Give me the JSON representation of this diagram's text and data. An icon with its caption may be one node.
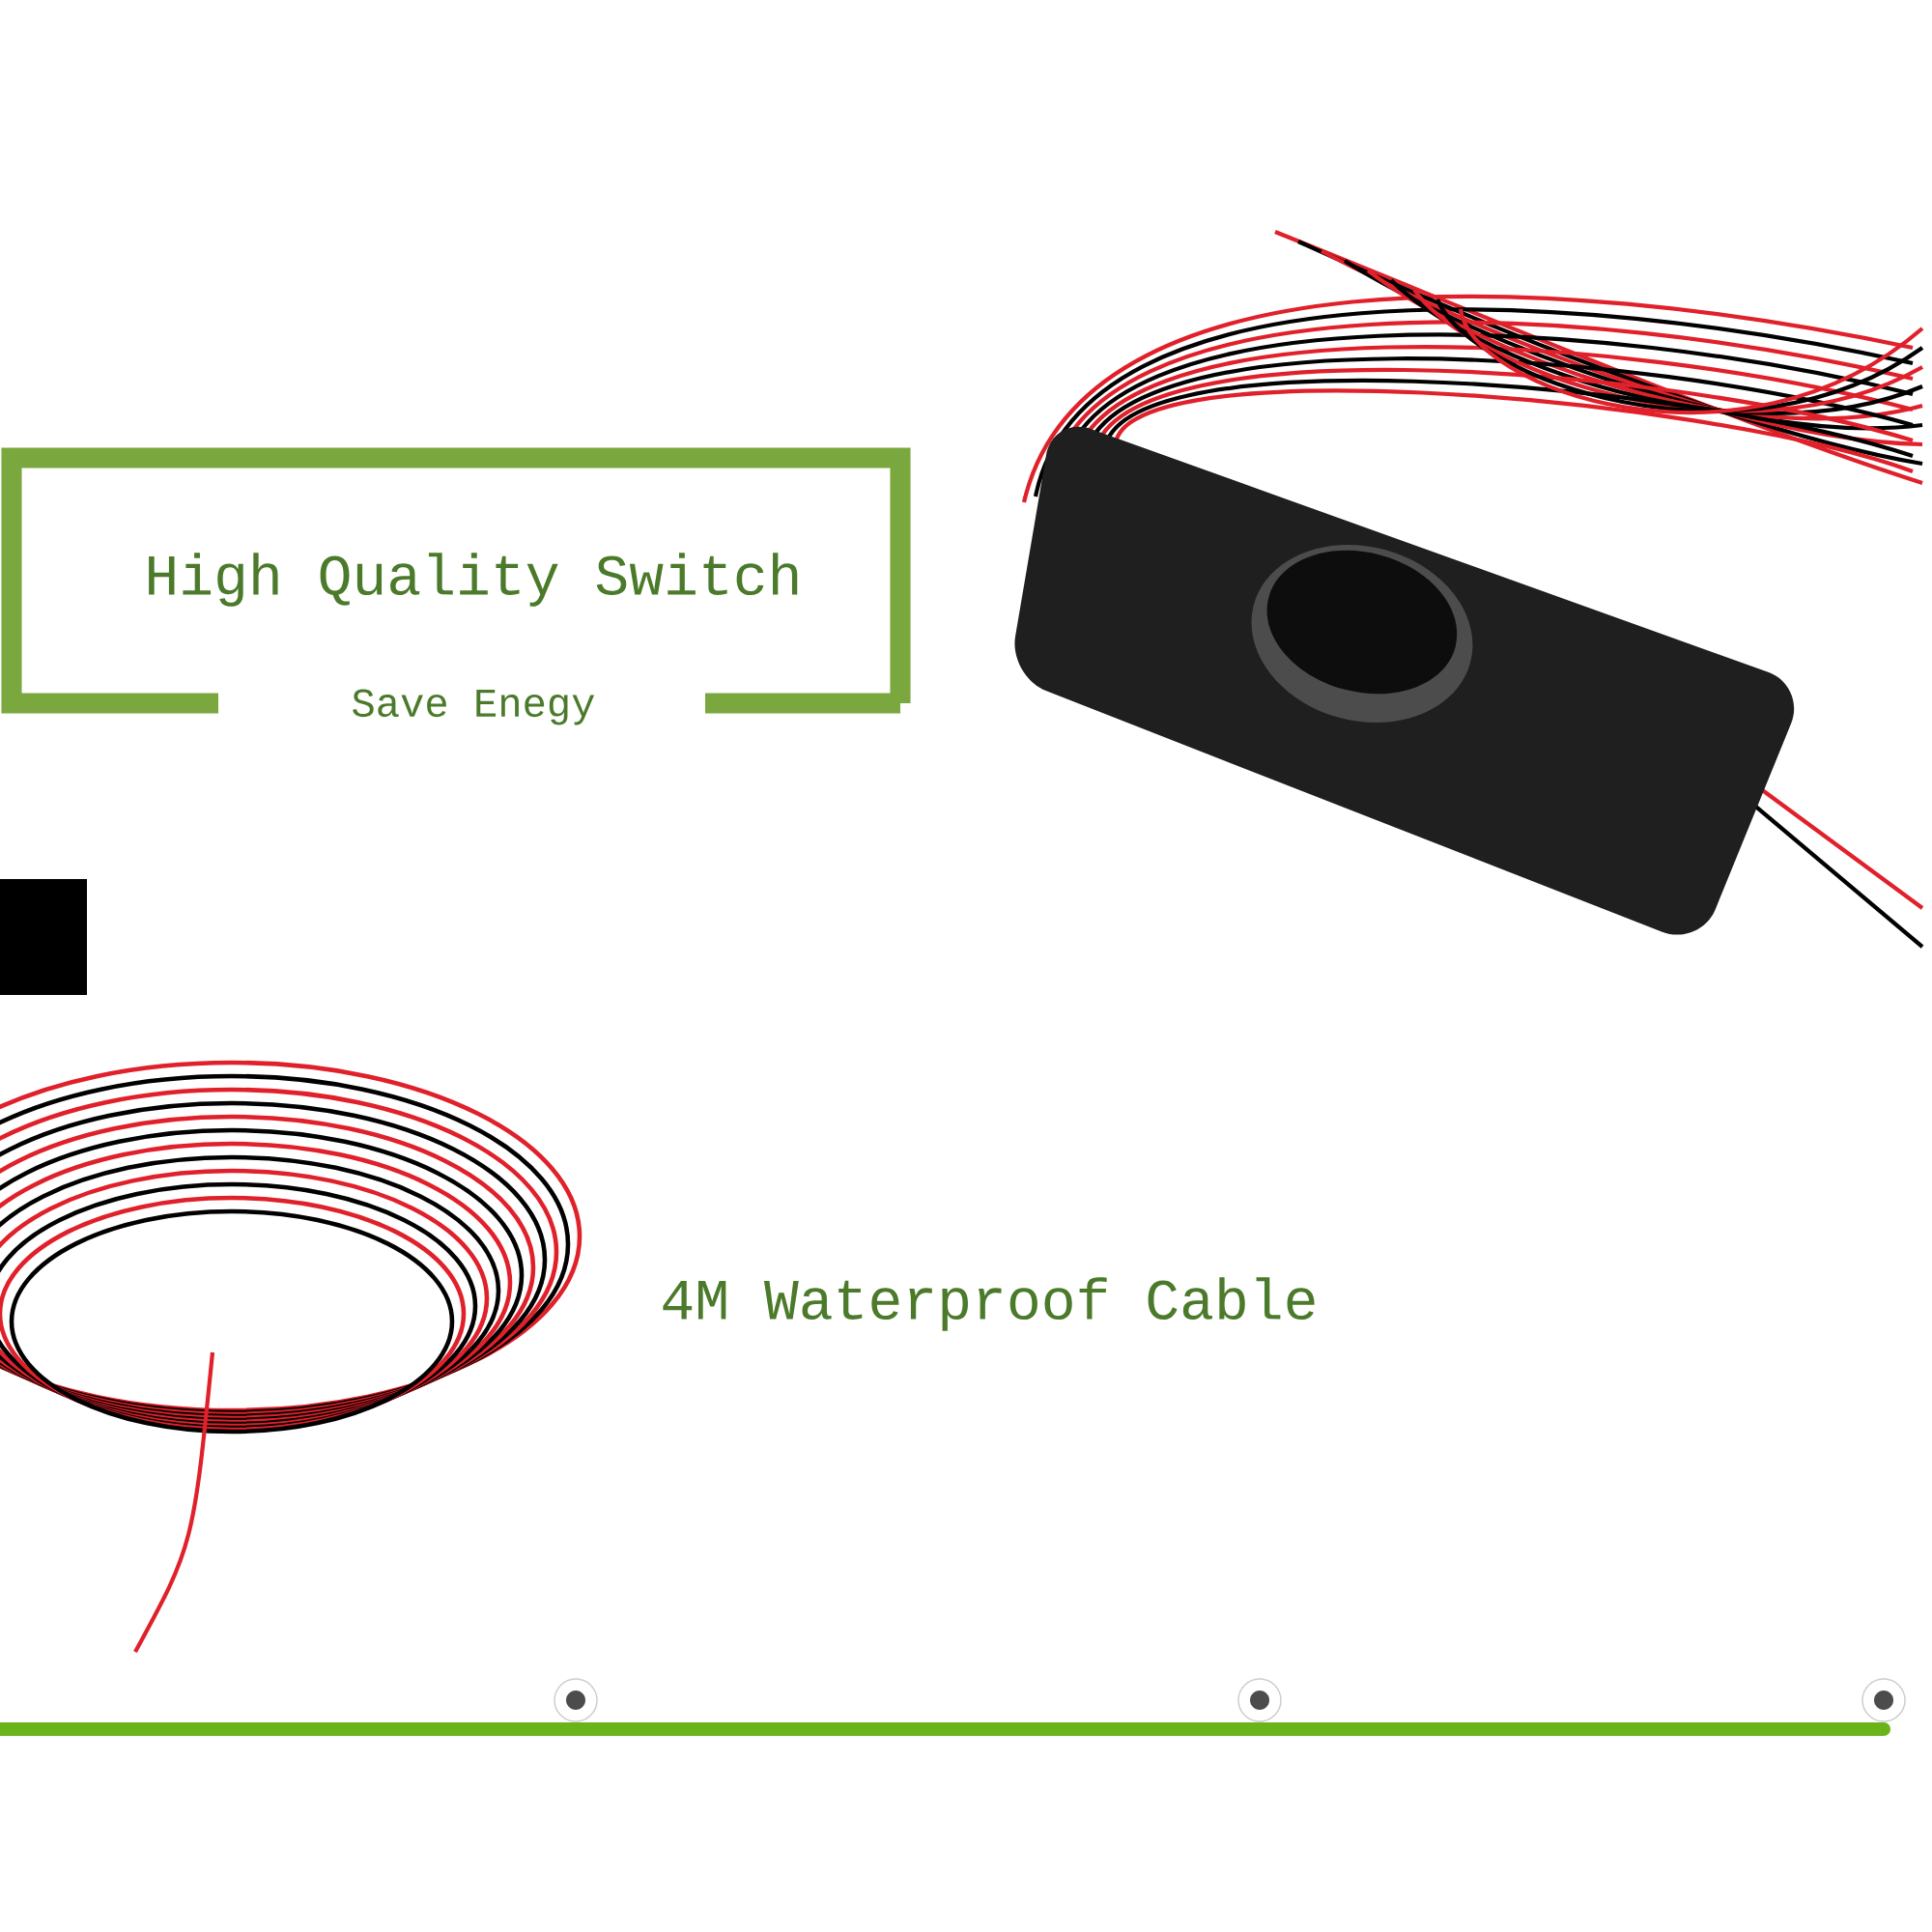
{
  "diagram": {
    "nodes": [
      {
        "text": [
          "High Quality Switch",
          "Save Enegy"
        ]
      }
    ],
    "labels": [
      "4M Waterproof Cable"
    ]
  }
}
